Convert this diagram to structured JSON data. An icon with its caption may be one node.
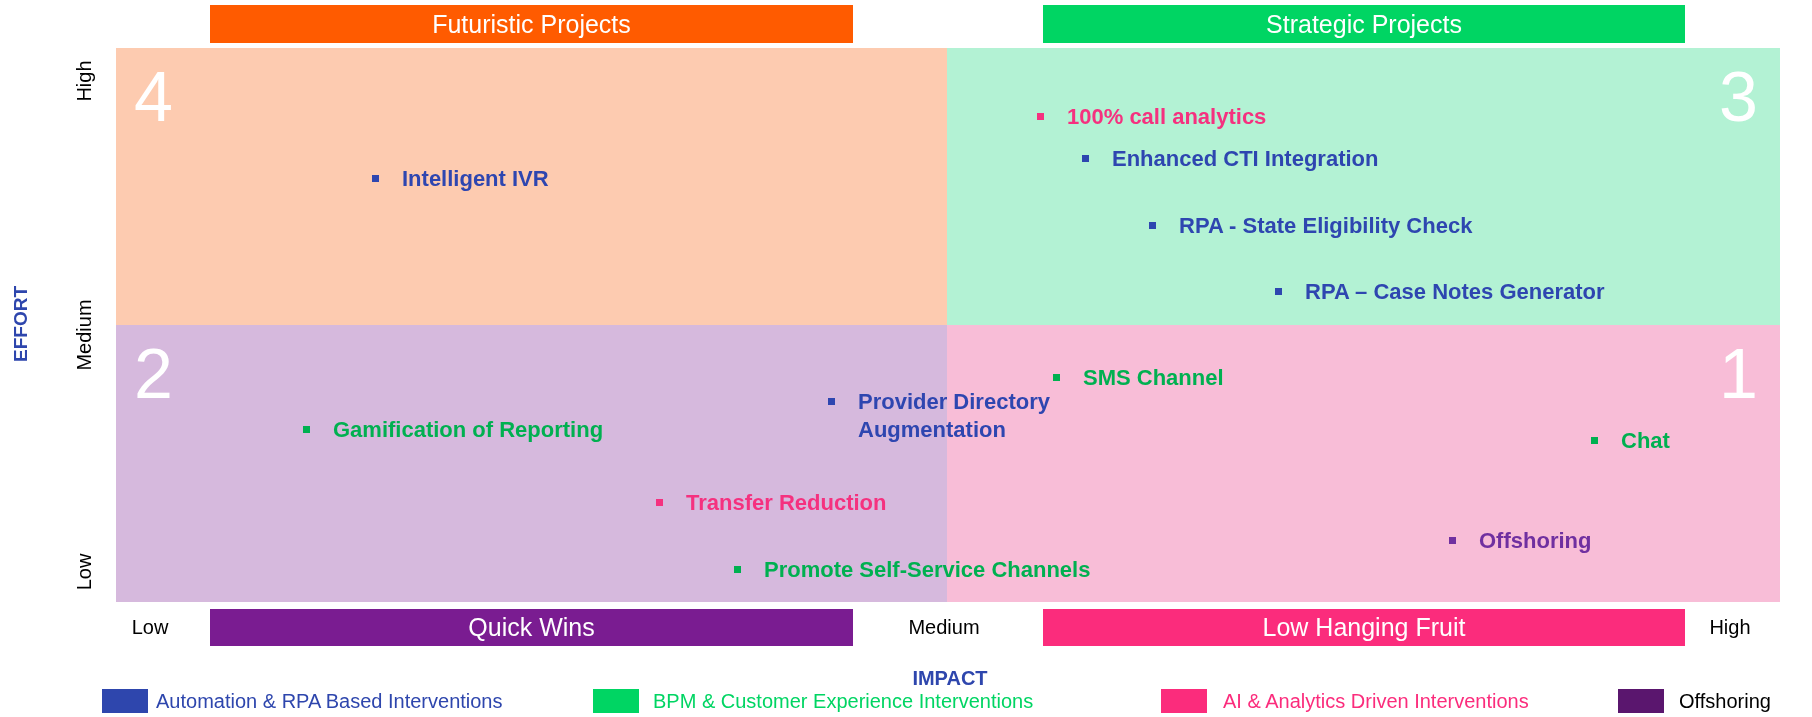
{
  "diagram": {
    "nodes": [
      {
        "text": [
          "Futuristic Projects"
        ]
      },
      {
        "text": [
          "Strategic Projects"
        ]
      },
      {
        "text": [
          "4"
        ]
      },
      {
        "text": [
          "3"
        ]
      },
      {
        "text": [
          "2"
        ]
      },
      {
        "text": [
          "1"
        ]
      },
      {
        "text": [
          "Quick Wins"
        ]
      },
      {
        "text": [
          "Low Hanging Fruit"
        ]
      }
    ],
    "edges": [],
    "labels": [
      "High",
      "EFFORT",
      "Medium",
      "Low",
      "100% call analytics",
      "Enhanced CTI Integration",
      "Intelligent IVR",
      "RPA - State Eligibility Check",
      "RPA – Case Notes Generator",
      "SMS Channel",
      "Provider Directory Augmentation",
      "Gamification of Reporting",
      "Chat",
      "Transfer Reduction",
      "Offshoring",
      "Promote Self-Service Channels",
      "Low",
      "Medium",
      "High",
      "IMPACT"
    ],
    "legend": [
      {
        "text": "Automation & RPA Based Interventions",
        "color": "#2e46ad"
      },
      {
        "text": "BPM & Customer Experience Interventions",
        "color": "#00d563"
      },
      {
        "text": "AI & Analytics Driven Interventions",
        "color": "#fb2c7c"
      },
      {
        "text": "Offshoring",
        "color": "#5a166e"
      }
    ]
  }
}
